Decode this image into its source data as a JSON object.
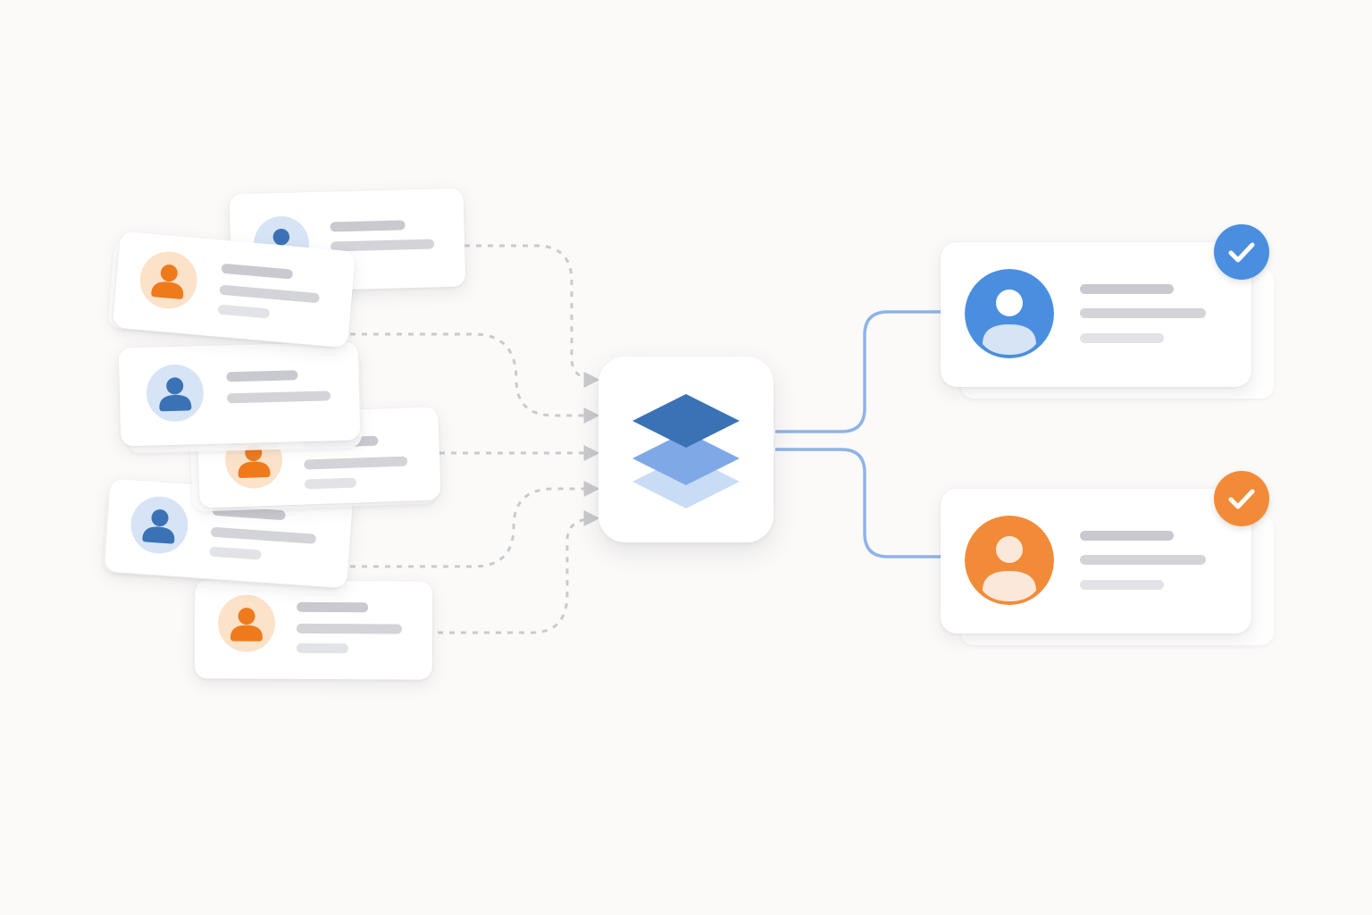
{
  "colors": {
    "background": "#fbfaf8",
    "blue_primary": "#4a8ee0",
    "blue_dark": "#3a72b5",
    "blue_light": "#d6e4f5",
    "orange_primary": "#f28b38",
    "orange_dark": "#ef7a1c",
    "orange_light": "#fbe2c8",
    "connector_dashed": "#c9cacd",
    "connector_solid": "#8fb3e8",
    "text_placeholder": "#d3d4d8"
  },
  "icons": {
    "hub": "layers-icon",
    "source_avatar": "user-icon",
    "result_badge": "checkmark-icon"
  },
  "source_records": [
    {
      "color": "blue"
    },
    {
      "color": "orange"
    },
    {
      "color": "blue"
    },
    {
      "color": "orange"
    },
    {
      "color": "blue"
    },
    {
      "color": "orange"
    }
  ],
  "merged_records": [
    {
      "color": "blue",
      "status": "verified"
    },
    {
      "color": "orange",
      "status": "verified"
    }
  ]
}
